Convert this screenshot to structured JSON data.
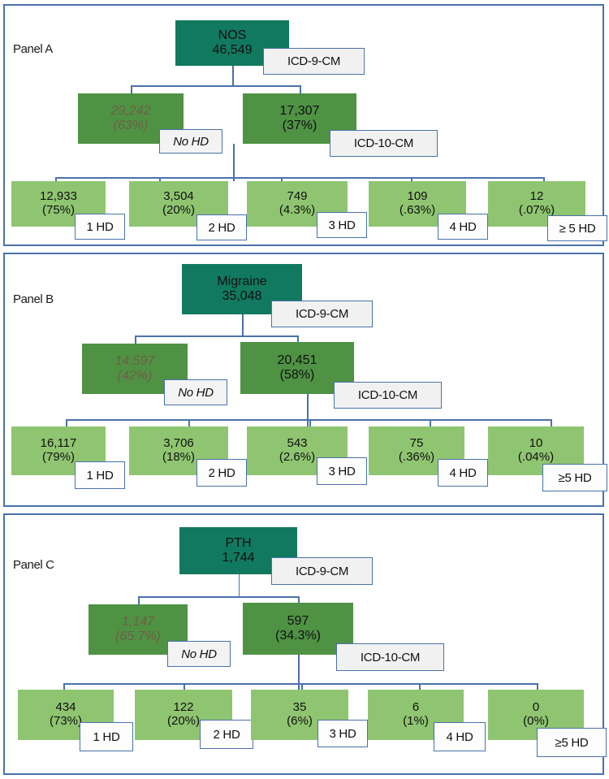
{
  "figure": {
    "type": "flow-diagram",
    "description": "Three-panel headache-diagnosis cohort flow diagrams",
    "colors": {
      "panel_border": "#4a72ab",
      "level1_box": "#11795f",
      "level2_box": "#4f9244",
      "level3_box": "#8fc571",
      "connector": "#4a72ab",
      "no_hd_text": "#6e6046"
    }
  },
  "panels": [
    {
      "id": "A",
      "label": "Panel A",
      "root": {
        "title": "NOS",
        "count": "46,549"
      },
      "root_tag": "ICD-9-CM",
      "level2": [
        {
          "count": "29,242",
          "percent": "(63%)",
          "tag": "No HD",
          "muted": true
        },
        {
          "count": "17,307",
          "percent": "(37%)",
          "tag": "ICD-10-CM",
          "muted": false
        }
      ],
      "level3": [
        {
          "count": "12,933",
          "percent": "(75%)",
          "tag": "1 HD"
        },
        {
          "count": "3,504",
          "percent": "(20%)",
          "tag": "2 HD"
        },
        {
          "count": "749",
          "percent": "(4.3%)",
          "tag": "3 HD"
        },
        {
          "count": "109",
          "percent": "(.63%)",
          "tag": "4 HD"
        },
        {
          "count": "12",
          "percent": "(.07%)",
          "tag": "≥ 5 HD"
        }
      ]
    },
    {
      "id": "B",
      "label": "Panel B",
      "root": {
        "title": "Migraine",
        "count": "35,048"
      },
      "root_tag": "ICD-9-CM",
      "level2": [
        {
          "count": "14,597",
          "percent": "(42%)",
          "tag": "No HD",
          "muted": true
        },
        {
          "count": "20,451",
          "percent": "(58%)",
          "tag": "ICD-10-CM",
          "muted": false
        }
      ],
      "level3": [
        {
          "count": "16,117",
          "percent": "(79%)",
          "tag": "1 HD"
        },
        {
          "count": "3,706",
          "percent": "(18%)",
          "tag": "2 HD"
        },
        {
          "count": "543",
          "percent": "(2.6%)",
          "tag": "3 HD"
        },
        {
          "count": "75",
          "percent": "(.36%)",
          "tag": "4 HD"
        },
        {
          "count": "10",
          "percent": "(.04%)",
          "tag": "≥5 HD"
        }
      ]
    },
    {
      "id": "C",
      "label": "Panel C",
      "root": {
        "title": "PTH",
        "count": "1,744"
      },
      "root_tag": "ICD-9-CM",
      "level2": [
        {
          "count": "1,147",
          "percent": "(65.7%)",
          "tag": "No HD",
          "muted": true
        },
        {
          "count": "597",
          "percent": "(34.3%)",
          "tag": "ICD-10-CM",
          "muted": false
        }
      ],
      "level3": [
        {
          "count": "434",
          "percent": "(73%)",
          "tag": "1 HD"
        },
        {
          "count": "122",
          "percent": "(20%)",
          "tag": "2 HD"
        },
        {
          "count": "35",
          "percent": "(6%)",
          "tag": "3 HD"
        },
        {
          "count": "6",
          "percent": "(1%)",
          "tag": "4 HD"
        },
        {
          "count": "0",
          "percent": "(0%)",
          "tag": "≥5 HD"
        }
      ]
    }
  ]
}
